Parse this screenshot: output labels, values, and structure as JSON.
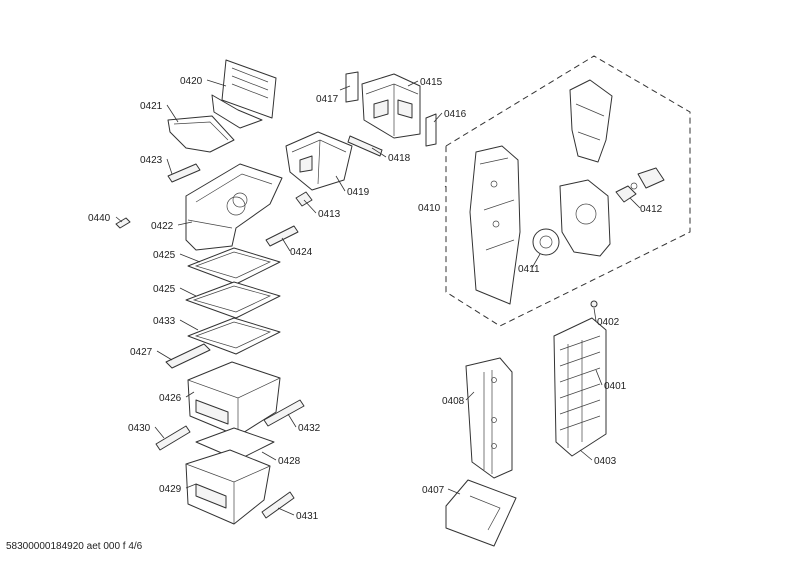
{
  "footer": {
    "code": "58300000184920 aet 000 f 4/6"
  },
  "parts": {
    "p0420": "0420",
    "p0421": "0421",
    "p0423": "0423",
    "p0422": "0422",
    "p0440": "0440",
    "p0425a": "0425",
    "p0425b": "0425",
    "p0433": "0433",
    "p0427": "0427",
    "p0426": "0426",
    "p0430": "0430",
    "p0432": "0432",
    "p0428": "0428",
    "p0429": "0429",
    "p0431": "0431",
    "p0417": "0417",
    "p0415": "0415",
    "p0416": "0416",
    "p0418": "0418",
    "p0419": "0419",
    "p0413": "0413",
    "p0424": "0424",
    "p0410": "0410",
    "p0411": "0411",
    "p0412": "0412",
    "p0402": "0402",
    "p0401": "0401",
    "p0408": "0408",
    "p0403": "0403",
    "p0407": "0407"
  }
}
